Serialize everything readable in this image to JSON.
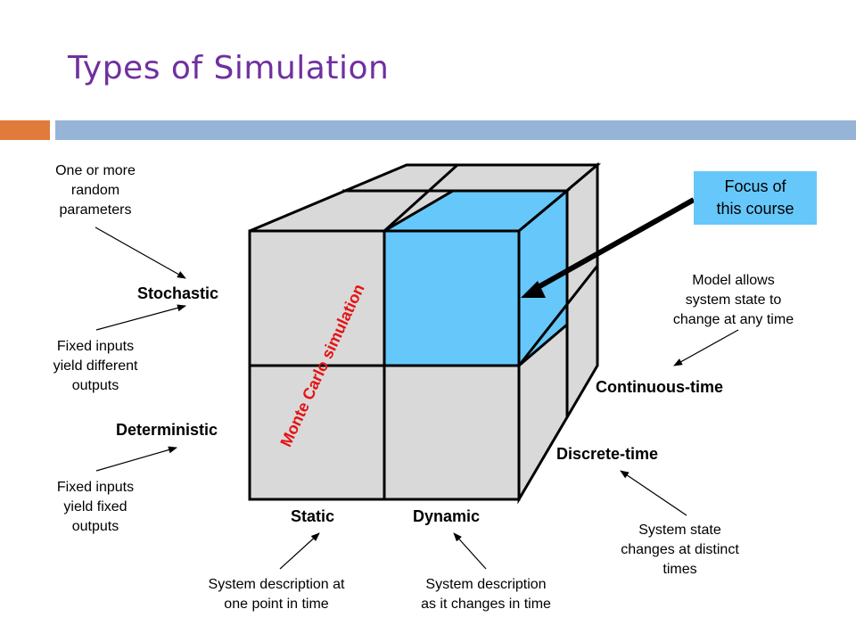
{
  "title": "Types of Simulation",
  "callout": {
    "focus": "Focus of\nthis course"
  },
  "axis_labels": {
    "stochastic": "Stochastic",
    "deterministic": "Deterministic",
    "static": "Static",
    "dynamic": "Dynamic",
    "continuous": "Continuous-time",
    "discrete": "Discrete-time",
    "monte_carlo": "Monte Carlo simulation"
  },
  "annotations": {
    "random_params": "One or more\nrandom\nparameters",
    "fixed_diff": "Fixed inputs\nyield different\noutputs",
    "fixed_fixed": "Fixed inputs\nyield fixed\noutputs",
    "static_desc": "System description at\none point in time",
    "dynamic_desc": "System description\nas it changes in time",
    "discrete_desc": "System state\nchanges at distinct\ntimes",
    "continuous_desc": "Model allows\nsystem state to\nchange at any time"
  },
  "colors": {
    "title": "#7030a0",
    "highlight_cube": "#66c8fa",
    "cube_gray": "#d9d9d9",
    "monte_carlo": "#e41313",
    "accent_orange": "#e07b3c",
    "accent_blue": "#96b4d6"
  }
}
